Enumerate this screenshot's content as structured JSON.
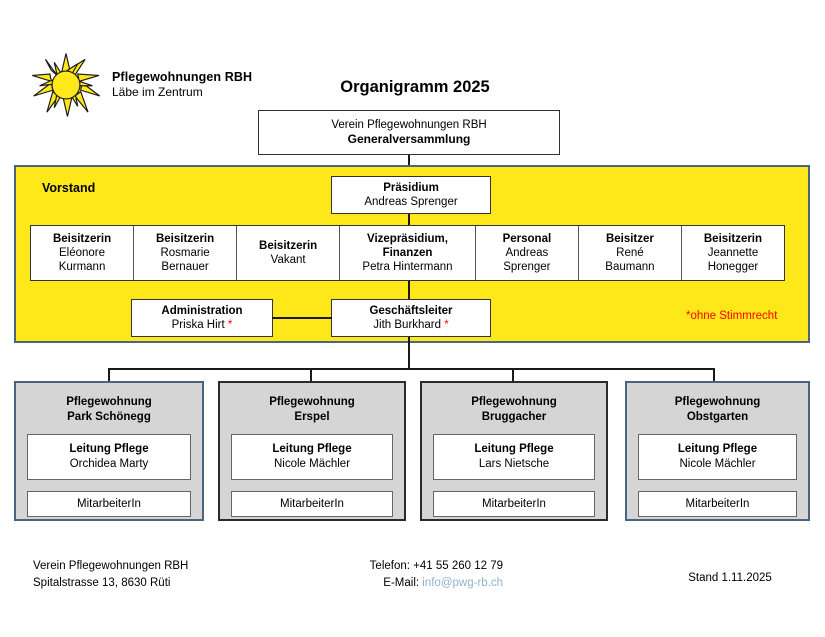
{
  "header": {
    "logo_icon": "sun-icon",
    "org_name": "Pflegewohnungen RBH",
    "org_tagline": "Läbe im Zentrum",
    "chart_title": "Organigramm 2025"
  },
  "general_assembly": {
    "line1": "Verein Pflegewohnungen RBH",
    "line2": "Generalversammlung"
  },
  "board": {
    "panel_label": "Vorstand",
    "footnote": "*ohne Stimmrecht",
    "presidency": {
      "role": "Präsidium",
      "name": "Andreas Sprenger"
    },
    "members": [
      {
        "role": "Beisitzerin",
        "name_line1": "Eléonore",
        "name_line2": "Kurmann",
        "wide": false
      },
      {
        "role": "Beisitzerin",
        "name_line1": "Rosmarie",
        "name_line2": "Bernauer",
        "wide": false
      },
      {
        "role": "Beisitzerin",
        "name_line1": "Vakant",
        "name_line2": "",
        "wide": false
      },
      {
        "role": "Vizepräsidium,",
        "role_line2": "Finanzen",
        "name_line1": "Petra Hintermann",
        "name_line2": "",
        "wide": true
      },
      {
        "role": "Personal",
        "name_line1": "Andreas",
        "name_line2": "Sprenger",
        "wide": false
      },
      {
        "role": "Beisitzer",
        "name_line1": "René",
        "name_line2": "Baumann",
        "wide": false
      },
      {
        "role": "Beisitzerin",
        "name_line1": "Jeannette",
        "name_line2": "Honegger",
        "wide": false
      }
    ],
    "administration": {
      "role": "Administration",
      "name": "Priska Hirt",
      "star": " *"
    },
    "managing_director": {
      "role": "Geschäftsleiter",
      "name": "Jith Burkhard",
      "star": " *"
    }
  },
  "units": [
    {
      "title_line1": "Pflegewohnung",
      "title_line2": "Park Schönegg",
      "lead_role": "Leitung Pflege",
      "lead_name": "Orchidea Marty",
      "staff_label": "MitarbeiterIn",
      "border": "blue"
    },
    {
      "title_line1": "Pflegewohnung",
      "title_line2": "Erspel",
      "lead_role": "Leitung Pflege",
      "lead_name": "Nicole Mächler",
      "staff_label": "MitarbeiterIn",
      "border": "dark"
    },
    {
      "title_line1": "Pflegewohnung",
      "title_line2": "Bruggacher",
      "lead_role": "Leitung Pflege",
      "lead_name": "Lars Nietsche",
      "staff_label": "MitarbeiterIn",
      "border": "dark"
    },
    {
      "title_line1": "Pflegewohnung",
      "title_line2": "Obstgarten",
      "lead_role": "Leitung Pflege",
      "lead_name": "Nicole Mächler",
      "staff_label": "MitarbeiterIn",
      "border": "blue"
    }
  ],
  "footer": {
    "address_line1": "Verein Pflegewohnungen RBH",
    "address_line2": "Spitalstrasse 13, 8630 Rüti",
    "phone": "Telefon: +41 55 260 12 79",
    "email_label": "E-Mail: ",
    "email": "info@pwg-rb.ch",
    "status_date": "Stand 1.11.2025"
  },
  "colors": {
    "panel_yellow": "#ffe819",
    "panel_border": "#4a6580",
    "unit_gray": "#d5d5d5",
    "footnote_red": "#ff0000",
    "link_blue": "#8fb3cc"
  }
}
